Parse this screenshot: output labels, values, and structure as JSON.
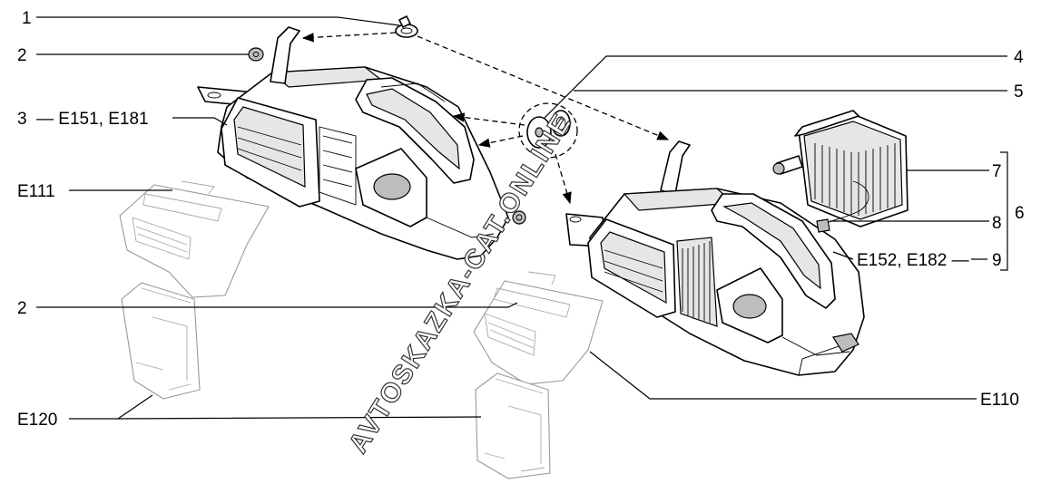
{
  "callouts": {
    "c1": "1",
    "c2a": "2",
    "c3": "3",
    "c3_codes": "— E151, E181",
    "e111": "E111",
    "c2b": "2",
    "e120": "E120",
    "c4": "4",
    "c5": "5",
    "c7": "7",
    "c6": "6",
    "c8": "8",
    "c9_codes": "E152, E182 —",
    "c9": "9",
    "e110": "E110"
  },
  "watermark": "AVTOSKAZKA-CAT.ONLINE"
}
